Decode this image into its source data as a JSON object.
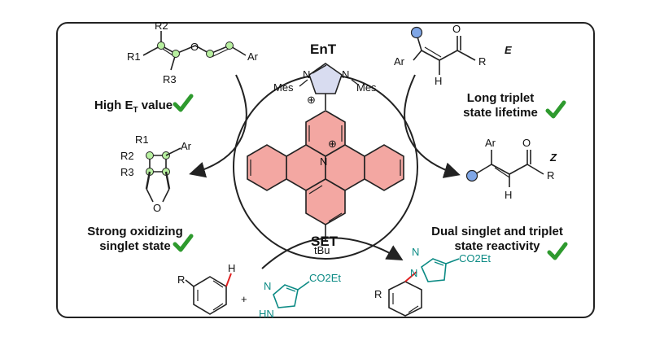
{
  "center": {
    "ent_label": "EnT",
    "set_label": "SET",
    "mes_left": "Mes",
    "mes_right": "Mes",
    "n_left": "N",
    "n_right": "N",
    "n_core": "N",
    "plus": "⊕",
    "tbu": "tBu"
  },
  "top_left": {
    "r1": "R1",
    "r2": "R2",
    "r3": "R3",
    "o": "O",
    "ar": "Ar",
    "caption_prefix": "High E",
    "caption_sub": "T",
    "caption_suffix": " value"
  },
  "top_right": {
    "ar": "Ar",
    "h": "H",
    "o": "O",
    "r": "R",
    "isomer": "E",
    "caption_line1": "Long triplet",
    "caption_line2": "state lifetime"
  },
  "mid_left": {
    "r1": "R1",
    "r2": "R2",
    "r3": "R3",
    "ar": "Ar",
    "o": "O"
  },
  "mid_right": {
    "ar": "Ar",
    "o": "O",
    "h": "H",
    "r": "R",
    "isomer": "Z"
  },
  "bottom_left": {
    "caption_line1": "Strong oxidizing",
    "caption_line2": "singlet state",
    "r": "R",
    "h": "H",
    "plus": "+",
    "n": "N",
    "hn": "HN",
    "co2et": "CO2Et"
  },
  "bottom_right": {
    "caption_line1": "Dual singlet and triplet",
    "caption_line2": "state reactivity",
    "r": "R",
    "n1": "N",
    "n2": "N",
    "co2et": "CO2Et"
  },
  "colors": {
    "catalyst_fill": "#f3a7a2",
    "vinyl_node": "#b8f0a0",
    "isomer_dot": "#7fa6e6",
    "teal": "#0b8a84",
    "check": "#2e9a2e",
    "new_bond": "#e02020"
  }
}
